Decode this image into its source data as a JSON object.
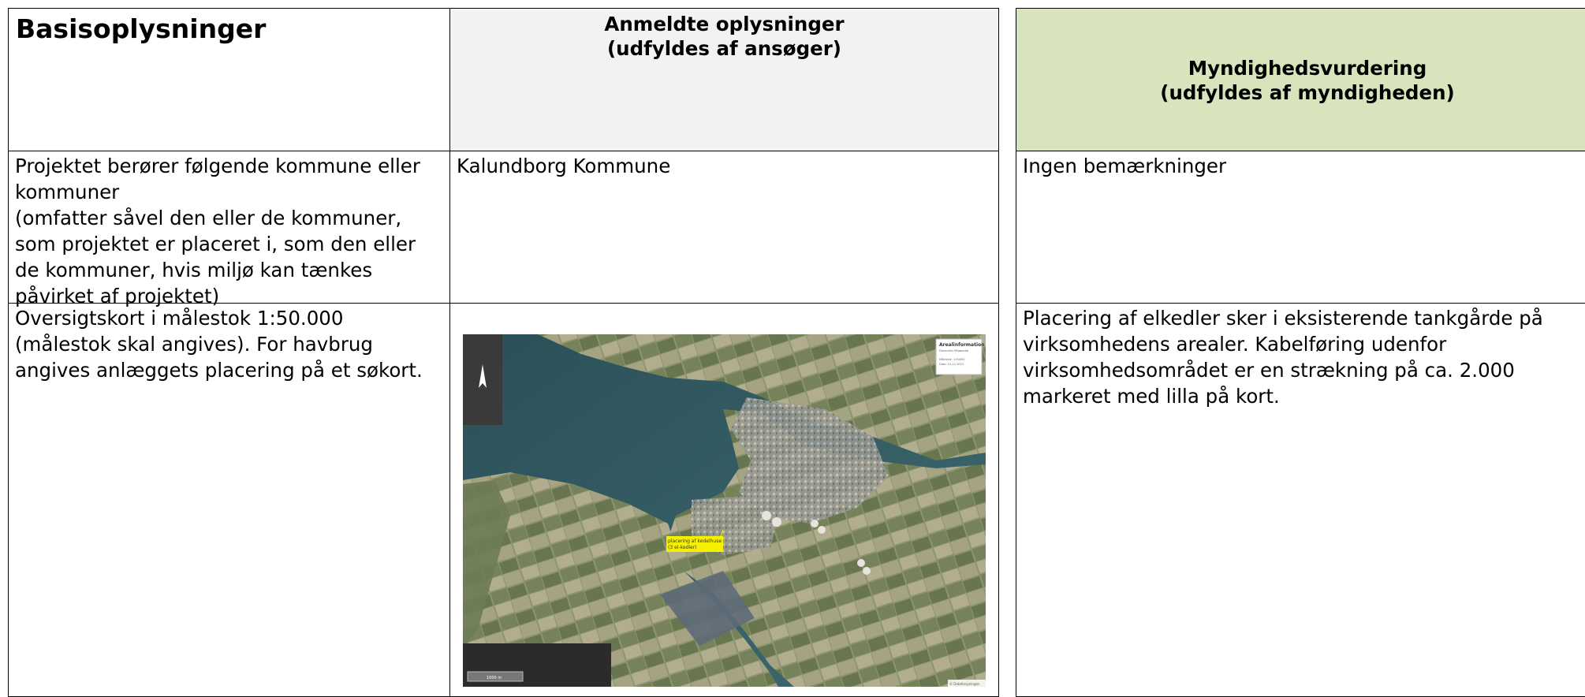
{
  "header": {
    "col1_title": "Basisoplysninger",
    "col2_title": "Anmeldte oplysninger\n(udfyldes af ansøger)",
    "col3_title": "Myndighedsvurdering\n(udfyldes af myndigheden)"
  },
  "rows": [
    {
      "label": "Projektet berører følgende kommune eller kommuner\n(omfatter såvel den eller de kommuner, som projektet er placeret i, som den eller de kommuner, hvis miljø kan tænkes påvirket af projektet)",
      "applicant": "Kalundborg Kommune",
      "authority": "Ingen bemærkninger"
    },
    {
      "label": "Oversigtskort i målestok 1:50.000 (målestok skal angives). For havbrug angives anlæggets placering på et søkort.",
      "applicant": "",
      "authority": "Placering af elkedler sker i eksisterende tankgårde på virksomhedens arealer. Kabelføring udenfor virksomhedsområdet er en strækning på ca. 2.000 markeret med lilla på kort."
    }
  ],
  "map": {
    "legend_title": "Arealinformation",
    "legend_sub": "Danmarks Miljøportal",
    "legend_scale": "Målestok: 1:50000",
    "legend_date": "Dato: 10-12-2023",
    "annotation_line1": "placering af kedelhuse",
    "annotation_line2": "(3 el-kedler)",
    "scalebar_label": "1000 m",
    "credit": "© Dataforsyningen",
    "icons": [
      "north-arrow-icon"
    ],
    "colors": {
      "sea": "#2f5a62",
      "land": "#8c9470",
      "annotation": "#f5ef00"
    }
  }
}
